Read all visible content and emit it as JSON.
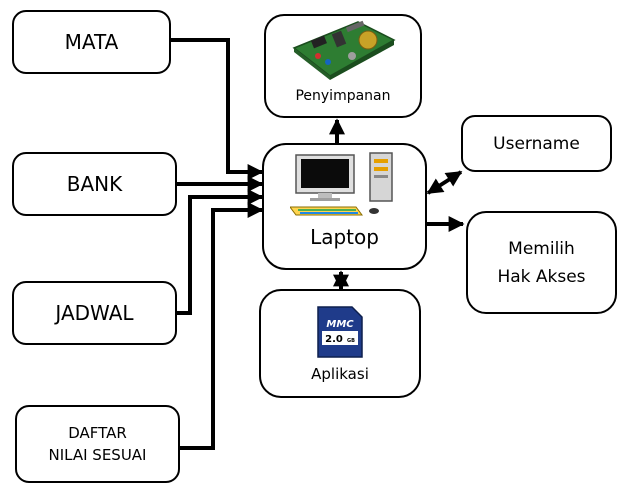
{
  "inputs": {
    "mata": "MATA",
    "bank": "BANK",
    "jadwal": "JADWAL",
    "daftar_line1": "DAFTAR",
    "daftar_line2": "NILAI SESUAI"
  },
  "center": {
    "label": "Laptop",
    "icon": "desktop-computer-icon"
  },
  "storage": {
    "label": "Penyimpanan",
    "icon": "circuit-board-icon"
  },
  "app": {
    "label": "Aplikasi",
    "icon": "memory-card-icon",
    "card_brand": "MMC",
    "card_size": "2.0",
    "card_unit": "GB"
  },
  "outputs": {
    "username": "Username",
    "hak_line1": "Memilih",
    "hak_line2": "Hak Akses"
  },
  "colors": {
    "stroke": "#000000",
    "box_bg": "#ffffff",
    "board_green": "#2e7d32",
    "card_blue": "#1f3b8a"
  }
}
